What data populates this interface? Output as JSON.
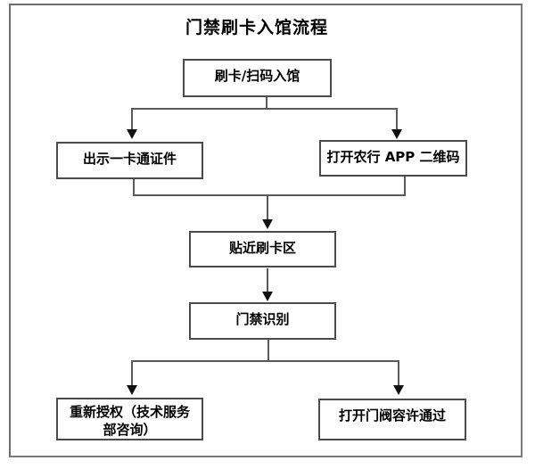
{
  "title": "门禁刷卡入馆流程",
  "nodes": {
    "start": "刷卡/扫码入馆",
    "left_branch": "出示一卡通证件",
    "right_branch": "打开农行 APP 二维码",
    "approach": "贴近刷卡区",
    "recognize": "门禁识别",
    "reauthorize": "重新授权（技术服务部咨询）",
    "pass": "打开门阀容许通过"
  },
  "colors": {
    "outer_border": "#7a7a7a",
    "node_border": "#4b4b4b",
    "connector_line": "#5a5a5a",
    "arrowhead": "#111111",
    "text": "#000000",
    "background": "#ffffff"
  }
}
